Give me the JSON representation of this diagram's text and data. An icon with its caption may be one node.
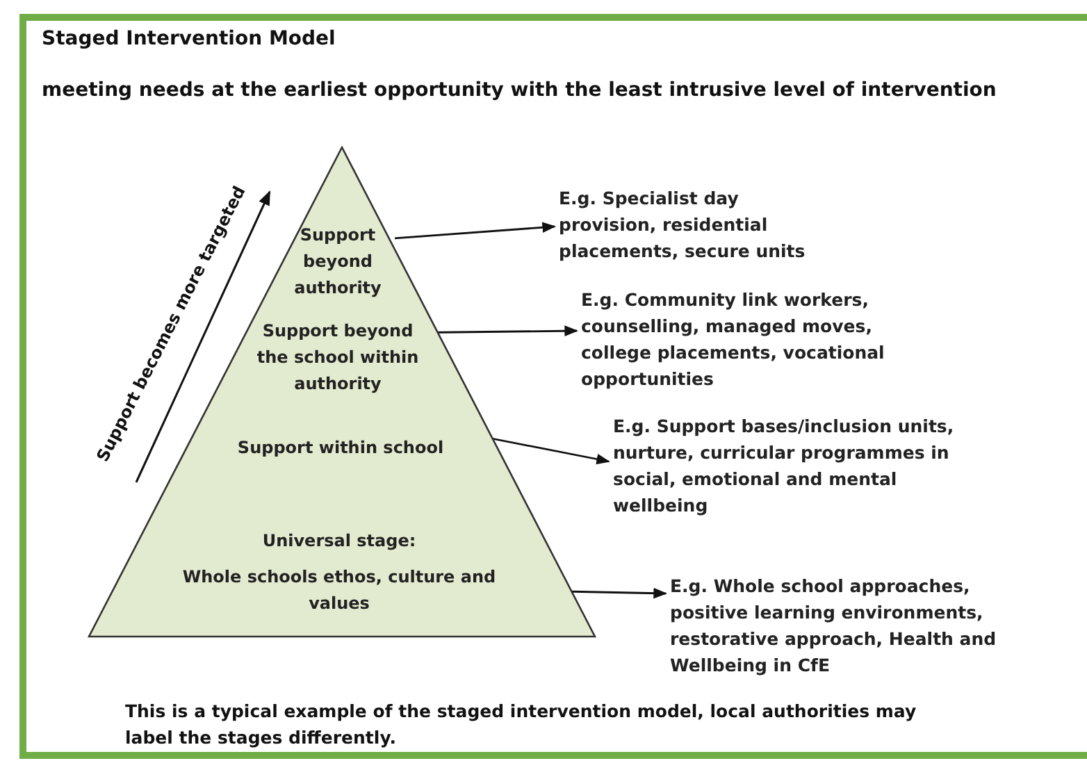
{
  "diagram": {
    "title": "Staged Intervention Model",
    "caption": "This is a typical example of the staged intervention model, local authorities may label the stages differently.",
    "nodes": [
      {
        "text": [],
        "shape": "triangle"
      },
      {
        "text": [
          "Support beyond authority"
        ],
        "in": 0
      },
      {
        "text": [
          "Support beyond the school within authority"
        ],
        "in": 0
      },
      {
        "text": [
          "Support within school"
        ],
        "in": 0
      },
      {
        "text": [
          "Universal stage:",
          "Whole schools ethos, culture and values"
        ],
        "in": 0
      },
      {
        "text": [
          "E.g. Specialist day provision, residential placements, secure units"
        ]
      },
      {
        "text": [
          "E.g. Community link workers, counselling, managed moves, college placements, vocational opportunities"
        ]
      },
      {
        "text": [
          "E.g. Support bases/inclusion units, nurture, curricular programmes in social, emotional and mental wellbeing"
        ]
      },
      {
        "text": [
          "E.g. Whole school approaches, positive learning environments, restorative approach, Health and Wellbeing in CfE"
        ]
      }
    ],
    "edges": [
      {
        "from": 1,
        "to": 5,
        "arrow": "to"
      },
      {
        "from": 2,
        "to": 6,
        "arrow": "to"
      },
      {
        "from": 3,
        "to": 7,
        "arrow": "to"
      },
      {
        "from": 4,
        "to": 8,
        "arrow": "to"
      }
    ],
    "labels": [
      "meeting needs at the earliest opportunity with the least intrusive level of intervention",
      "Support becomes more targeted"
    ]
  }
}
